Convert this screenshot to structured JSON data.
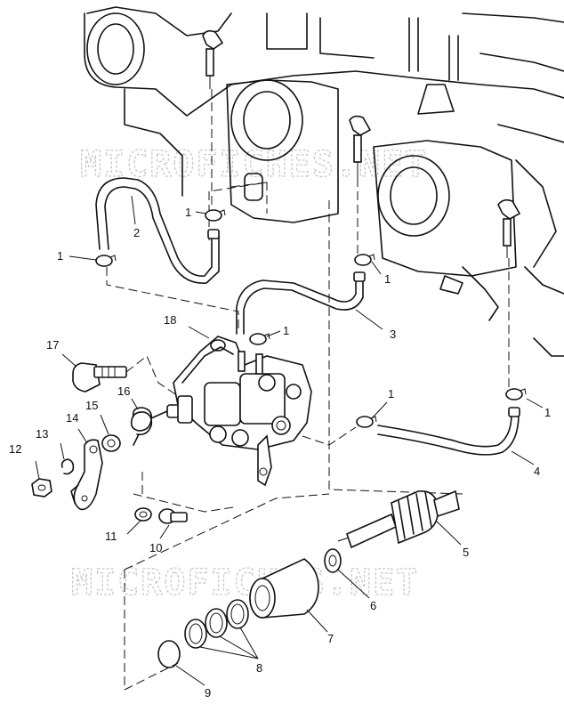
{
  "watermark": {
    "text_top": "MICROFICHES.NET",
    "text_bottom": "MICROFICHES.NET"
  },
  "callouts": {
    "c1a": "1",
    "c1b": "1",
    "c1c": "1",
    "c1d": "1",
    "c1e": "1",
    "c1f": "1",
    "c2": "2",
    "c3": "3",
    "c4": "4",
    "c5": "5",
    "c6": "6",
    "c7": "7",
    "c8": "8",
    "c9": "9",
    "c10": "10",
    "c11": "11",
    "c12": "12",
    "c13": "13",
    "c14": "14",
    "c15": "15",
    "c16": "16",
    "c17": "17",
    "c18": "18"
  }
}
